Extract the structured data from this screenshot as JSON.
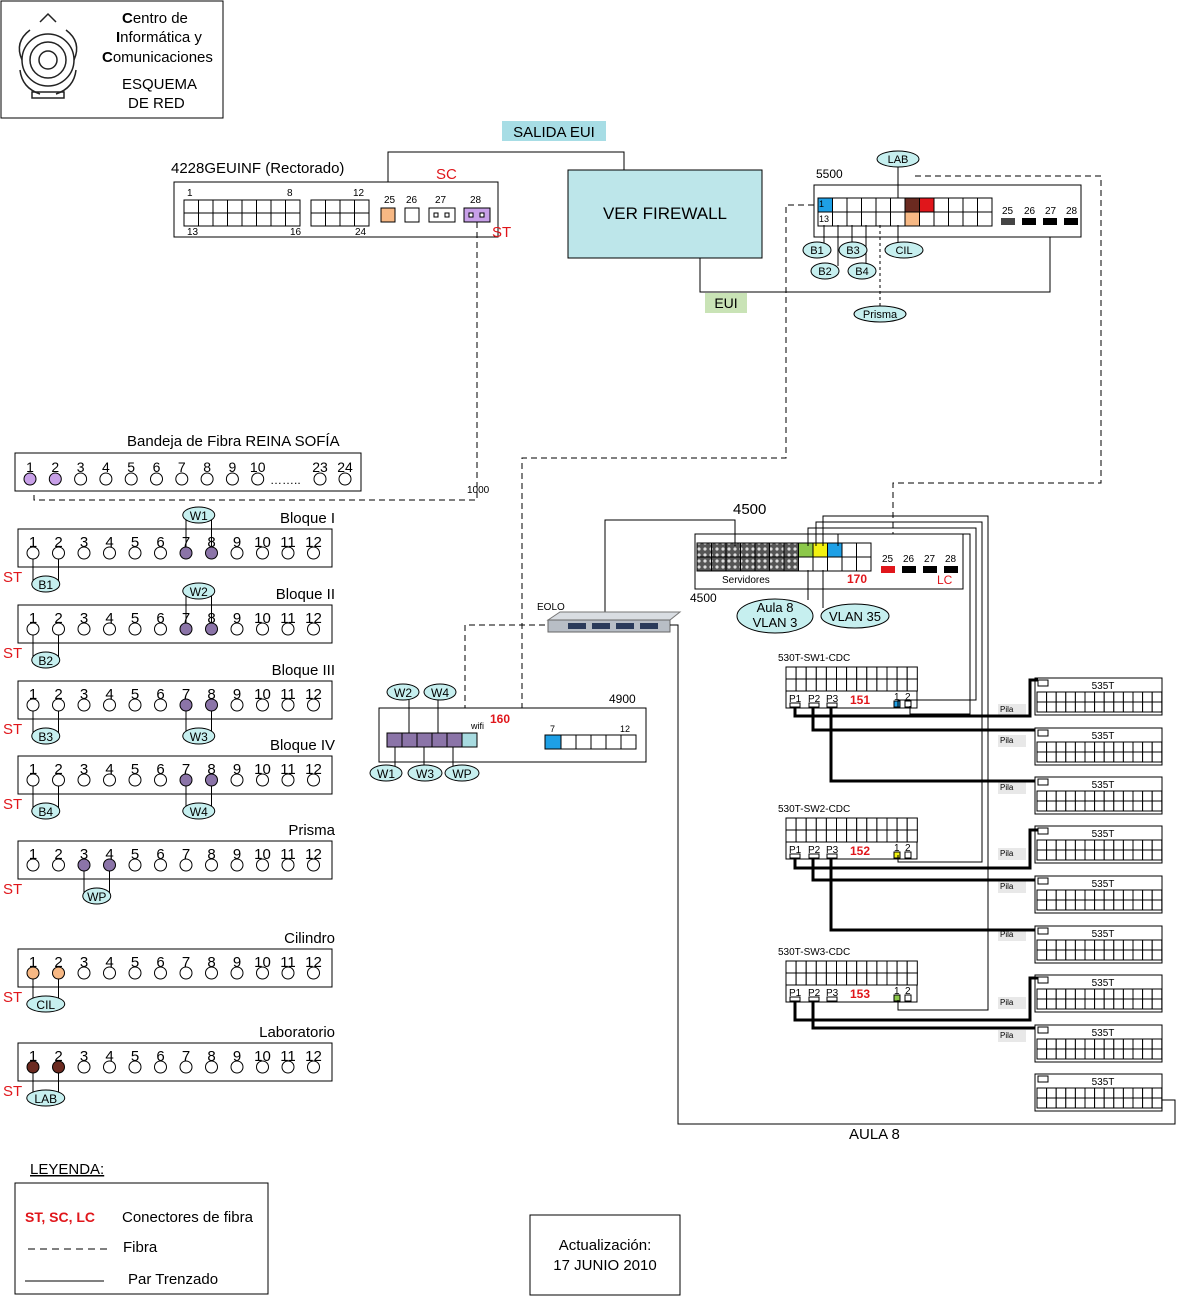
{
  "header": {
    "org_line1_initial": "C",
    "org_line1_rest": "entro de",
    "org_line2_initial": "I",
    "org_line2_rest": "nformática y",
    "org_line3_initial": "C",
    "org_line3_rest": "omunicaciones",
    "title_line1": "ESQUEMA",
    "title_line2": "DE  RED"
  },
  "salida_eui": "SALIDA EUI",
  "eui": "EUI",
  "firewall": "VER FIREWALL",
  "sw4228": {
    "title": "4228GEUINF (Rectorado)",
    "port_labels_top": [
      "1",
      "8",
      "12",
      "25",
      "26",
      "27",
      "28"
    ],
    "port_labels_bottom": [
      "13",
      "16",
      "24"
    ],
    "sc": "SC",
    "st": "ST"
  },
  "sw5500": {
    "title": "5500",
    "label_1": "1",
    "label_13": "13",
    "ports_right": [
      "25",
      "26",
      "27",
      "28"
    ],
    "tags": [
      "LAB",
      "B1",
      "B3",
      "CIL",
      "B2",
      "B4",
      "Prisma"
    ]
  },
  "bandeja": {
    "title": "Bandeja de Fibra REINA SOFÍA",
    "ports": [
      "1",
      "2",
      "3",
      "4",
      "5",
      "6",
      "7",
      "8",
      "9",
      "10"
    ],
    "dots": "……..",
    "ports_end": [
      "23",
      "24"
    ],
    "marker": "1000"
  },
  "blocks": [
    {
      "title": "Bloque I",
      "tag_top": "W1",
      "tag_bottom": "B1",
      "st": "ST"
    },
    {
      "title": "Bloque II",
      "tag_top": "W2",
      "tag_bottom": "B2",
      "st": "ST"
    },
    {
      "title": "Bloque III",
      "tag_top": "",
      "tag_bottom": "B3",
      "tag_bottom2": "W3",
      "st": "ST"
    },
    {
      "title": "Bloque IV",
      "tag_top": "",
      "tag_bottom": "B4",
      "tag_bottom2": "W4",
      "st": "ST"
    },
    {
      "title": "Prisma",
      "tag_bottom": "WP",
      "st": "ST"
    },
    {
      "title": "Cilindro",
      "tag_bottom": "CIL",
      "st": "ST"
    },
    {
      "title": "Laboratorio",
      "tag_bottom": "LAB",
      "st": "ST"
    }
  ],
  "ports12": [
    "1",
    "2",
    "3",
    "4",
    "5",
    "6",
    "7",
    "8",
    "9",
    "10",
    "11",
    "12"
  ],
  "sw4500": {
    "title": "4500",
    "title_bottom": "4500",
    "servidores": "Servidores",
    "vlan_num": "170",
    "ports": [
      "25",
      "26",
      "27",
      "28"
    ],
    "lc": "LC",
    "tag_aula_line1": "Aula 8",
    "tag_aula_line2": "VLAN 3",
    "tag_vlan35": "VLAN 35"
  },
  "eolo": "EOLO",
  "sw4900": {
    "title": "4900",
    "wifi": "wifi",
    "vlan_num": "160",
    "port_7": "7",
    "port_12": "12",
    "tags_top": [
      "W2",
      "W4"
    ],
    "tags_bottom": [
      "W1",
      "W3",
      "WP"
    ]
  },
  "stacks": [
    {
      "title": "530T-SW1-CDC",
      "vlan": "151",
      "p1": "P1",
      "p2": "P2",
      "p3": "P3",
      "n1": "1",
      "n2": "2"
    },
    {
      "title": "530T-SW2-CDC",
      "vlan": "152",
      "p1": "P1",
      "p2": "P2",
      "p3": "P3",
      "n1": "1",
      "n2": "2"
    },
    {
      "title": "530T-SW3-CDC",
      "vlan": "153",
      "p1": "P1",
      "p2": "P2",
      "p3": "P3",
      "n1": "1",
      "n2": "2"
    }
  ],
  "sw535": "535T",
  "pila": "Pila",
  "aula8": "AULA 8",
  "legend": {
    "title": "LEYENDA:",
    "connectors_key": "ST, SC, LC",
    "connectors_label": "Conectores de fibra",
    "fibra": "Fibra",
    "par": "Par Trenzado"
  },
  "update": {
    "line1": "Actualización:",
    "line2": "17 JUNIO 2010"
  },
  "colors": {
    "tag_fill": "#c6efef",
    "tag_fill_alt": "#bde4e8",
    "accent_red": "#e0161b",
    "port_purple": "#8b74a8",
    "port_lilac": "#c8a0e8",
    "port_orange": "#f7b884",
    "port_brown": "#6b2a20",
    "port_blue": "#1ea0e6",
    "port_green": "#8cc84a",
    "port_yellow": "#f2f211",
    "firewall_fill": "#bde6ea",
    "eui_fill": "#c9e3b6"
  }
}
